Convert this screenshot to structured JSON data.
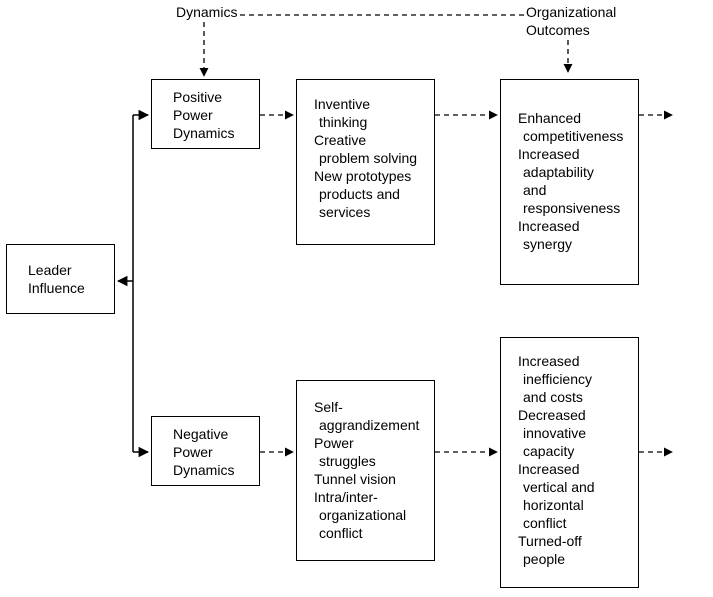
{
  "headers": {
    "dynamics": "Dynamics",
    "outcomes_line1": "Organizational",
    "outcomes_line2": "Outcomes"
  },
  "leader": {
    "line1": "Leader",
    "line2": "Influence"
  },
  "positive": {
    "title": [
      "Positive",
      "Power",
      "Dynamics"
    ],
    "effects": [
      "Inventive",
      "thinking",
      "Creative",
      "problem solving",
      "New prototypes",
      "products and",
      "services"
    ],
    "outcomes": [
      "Enhanced",
      "competitiveness",
      "Increased",
      "adaptability",
      "and",
      "responsiveness",
      "Increased",
      "synergy"
    ]
  },
  "negative": {
    "title": [
      "Negative",
      "Power",
      "Dynamics"
    ],
    "effects": [
      "Self-",
      "aggrandizement",
      "Power",
      "struggles",
      "Tunnel vision",
      "Intra/inter-",
      "organizational",
      "conflict"
    ],
    "outcomes": [
      "Increased",
      "inefficiency",
      "and costs",
      "Decreased",
      "innovative",
      "capacity",
      "Increased",
      "vertical and",
      "horizontal",
      "conflict",
      "Turned-off",
      "people"
    ]
  }
}
